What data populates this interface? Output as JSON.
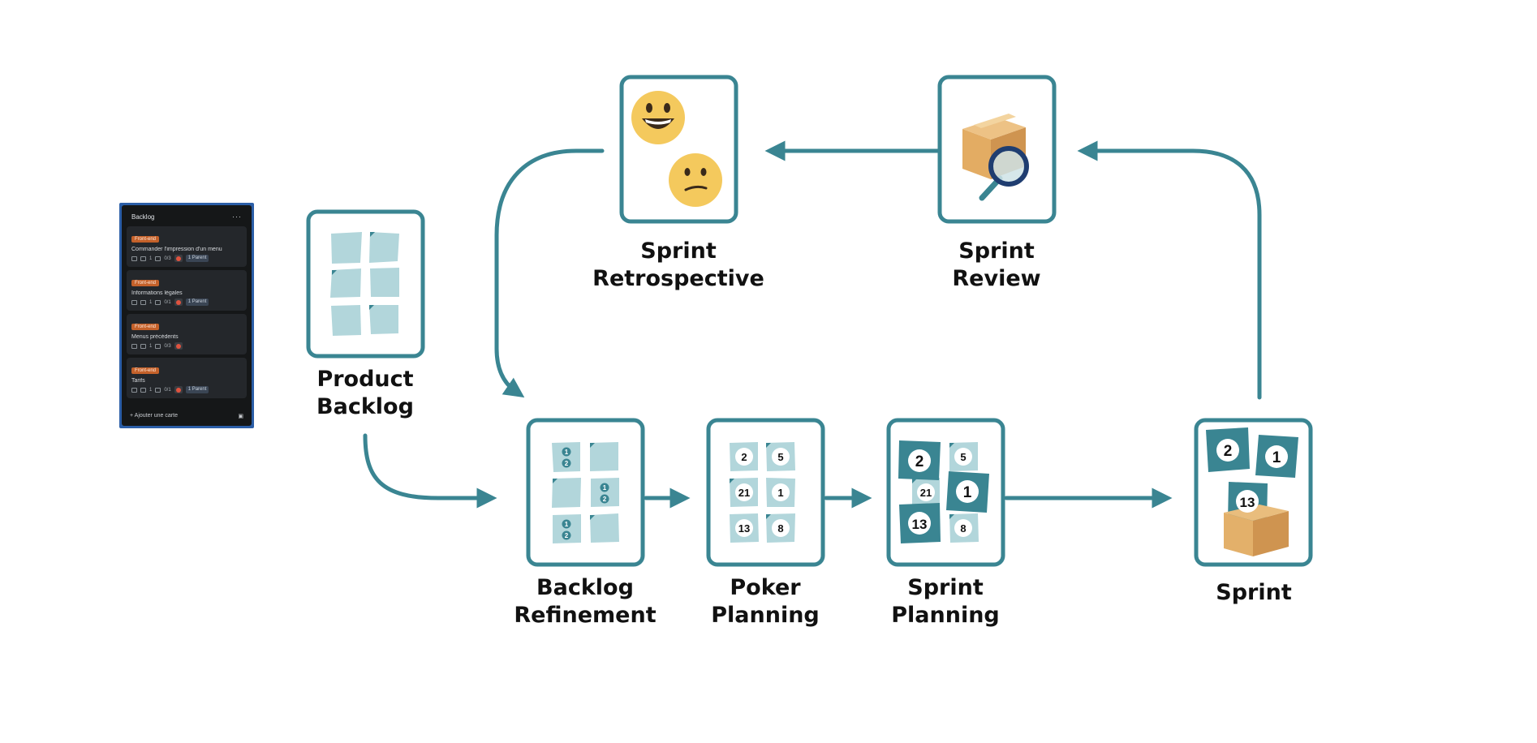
{
  "panel": {
    "title": "Backlog",
    "more_label": "···",
    "cards": [
      {
        "tag": "Front-end",
        "title": "Commander l'impression d'un menu",
        "comments": "1",
        "checklist": "0/3",
        "parent": "1 Parent"
      },
      {
        "tag": "Front-end",
        "title": "Informations légales",
        "comments": "1",
        "checklist": "0/1",
        "parent": "1 Parent"
      },
      {
        "tag": "Front-end",
        "title": "Menus précédents",
        "comments": "1",
        "checklist": "0/3",
        "parent": ""
      },
      {
        "tag": "Front-end",
        "title": "Tarifs",
        "comments": "1",
        "checklist": "0/1",
        "parent": "1 Parent"
      }
    ],
    "add_card_label": "+  Ajouter une carte"
  },
  "steps": {
    "product_backlog": [
      "Product",
      "Backlog"
    ],
    "backlog_refinement": [
      "Backlog",
      "Refinement"
    ],
    "poker_planning": [
      "Poker",
      "Planning"
    ],
    "sprint_planning": [
      "Sprint",
      "Planning"
    ],
    "sprint": [
      "Sprint"
    ],
    "sprint_review": [
      "Sprint",
      "Review"
    ],
    "sprint_retrospective": [
      "Sprint",
      "Retrospective"
    ]
  },
  "poker_values": [
    "2",
    "5",
    "21",
    "1",
    "13",
    "8"
  ],
  "sprint_planning_values": [
    "2",
    "5",
    "21",
    "1",
    "13",
    "8"
  ],
  "sprint_values": [
    "2",
    "1",
    "13"
  ],
  "refinement_marks": [
    "1",
    "2"
  ],
  "colors": {
    "teal": "#3a8592",
    "teal_dark": "#2e7480",
    "sticky": "#b2d6db",
    "sticky_fold": "#3a8592",
    "box": "#dba45e",
    "emoji": "#f4c95d",
    "arrow": "#3a8592",
    "lens": "#1f3d70"
  }
}
